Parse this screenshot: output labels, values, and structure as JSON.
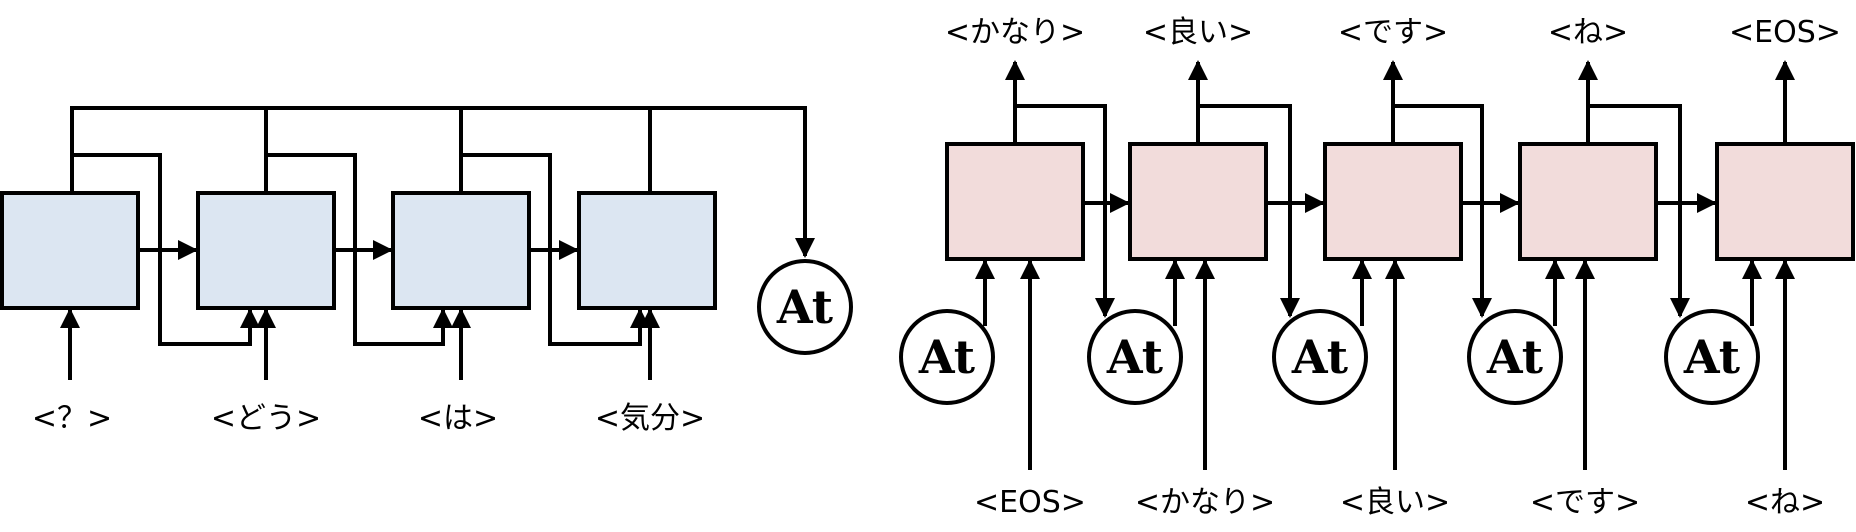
{
  "encoder": {
    "box_color": "#dce6f2",
    "inputs": [
      "<？>",
      "<どう>",
      "<は>",
      "<気分>"
    ],
    "attention_label": "At"
  },
  "decoder": {
    "box_color": "#f2dcdb",
    "inputs": [
      "<EOS>",
      "<かなり>",
      "<良い>",
      "<です>",
      "<ね>"
    ],
    "outputs": [
      "<かなり>",
      "<良い>",
      "<です>",
      "<ね>",
      "<EOS>"
    ],
    "attention_labels": [
      "At",
      "At",
      "At",
      "At",
      "At"
    ]
  }
}
